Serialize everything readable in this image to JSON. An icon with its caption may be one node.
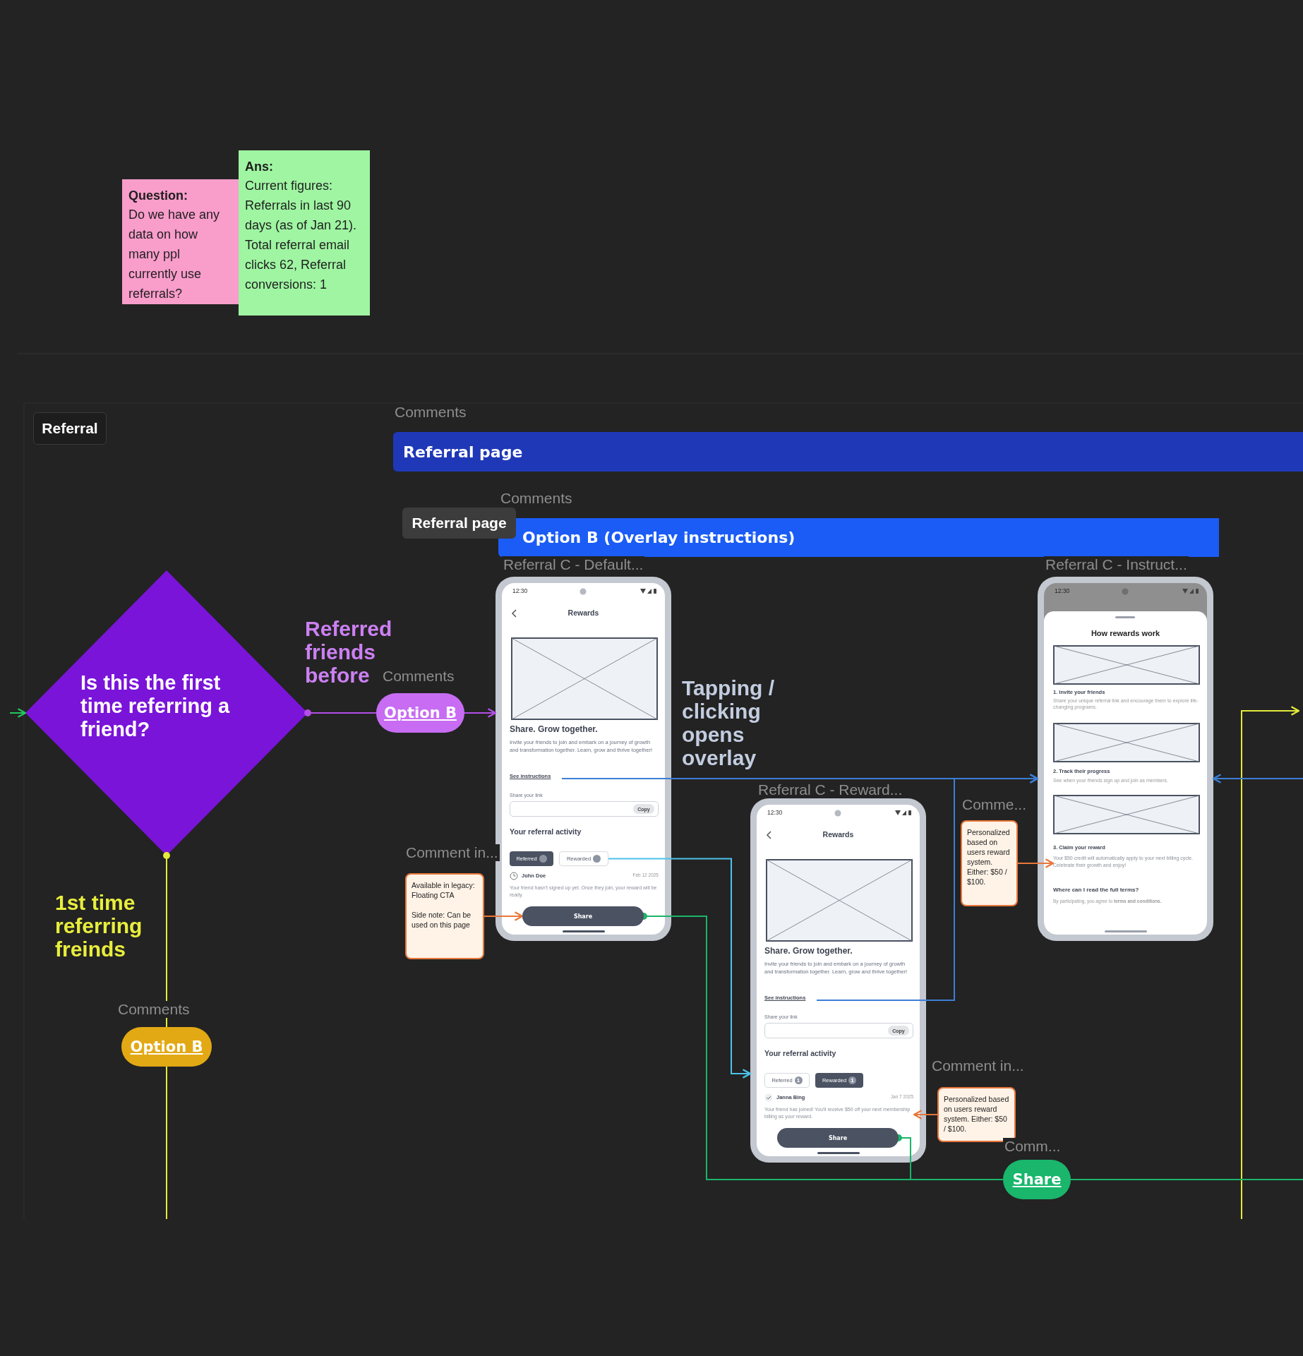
{
  "diagram": {
    "nodes": [
      {
        "text": [
          "Question:",
          "Do we have any data on how many ppl currently use referrals?"
        ]
      },
      {
        "text": [
          "Ans:",
          "Current figures: Referrals in last 90 days (as of Jan 21). Total referral email clicks 62, Referral conversions: 1"
        ]
      },
      {
        "text": [
          "Referral page"
        ],
        "beside": [
          "Comments"
        ]
      },
      {
        "text": [
          "Option B (Overlay instructions)"
        ],
        "beside": [
          "Comments"
        ]
      },
      {
        "text": [
          "Is this the first time referring a friend?"
        ]
      },
      {
        "text": [
          "Option B"
        ],
        "beside": [
          "Comments"
        ]
      },
      {
        "text": [
          "12:30",
          "Rewards",
          "Share. Grow together.",
          "Invite your friends to join and embark on a journey of growth and transformation together. Learn, grow and thrive together!",
          "Share your link",
          "Copy",
          "Your referral activity",
          "John Doe",
          "Feb 12 2025",
          "Your friend hasn't signed up yet. Once they join, your reward will be ready."
        ],
        "beside": [
          "Referral C - Default..."
        ]
      },
      {
        "text": [
          "See instructions"
        ],
        "in": 6
      },
      {
        "text": [
          "Rewarded"
        ],
        "in": 6
      },
      {
        "text": [
          "Share"
        ],
        "in": 6
      },
      {
        "text": [
          "12:30",
          "Rewards",
          "Share. Grow together.",
          "Invite your friends to join and embark on a journey of growth and transformation together. Learn, grow and thrive together!",
          "Share your link",
          "Copy",
          "Your referral activity",
          "Janna Bing",
          "Jan 7 2025"
        ],
        "beside": [
          "Referral C - Reward..."
        ]
      },
      {
        "text": [
          "See instructions"
        ],
        "in": 10
      },
      {
        "text": [
          "Your friend has joined! You'll receive $50 off your next membership billing as your reward."
        ],
        "in": 10
      },
      {
        "text": [
          "Share"
        ],
        "in": 10
      },
      {
        "text": [
          "12:30",
          "How rewards work",
          "1. Invite your friends",
          "Share your unique referral link and encourage them to explore life-changing programs.",
          "2. Track their progress",
          "See when your friends sign up and join as members.",
          "3. Claim your reward",
          "Where can I read the full terms?",
          "By participating, you agree to **terms and conditions.**"
        ],
        "beside": [
          "Referral C - Instruct..."
        ]
      },
      {
        "text": [
          "Your $50 credit will automatically apply to your next billing cycle. Celebrate their growth and enjoy!"
        ],
        "in": 14
      },
      {
        "text": [
          "Available in legacy: Floating CTA",
          "Side note: Can be used on this page"
        ],
        "beside": [
          "Comment in..."
        ]
      },
      {
        "text": [
          "Personalized based on users reward system. Either: $50 / $100."
        ],
        "beside": [
          "Comme..."
        ]
      },
      {
        "text": [
          "Personalized based on users reward system. Either: $50 / $100."
        ],
        "beside": [
          "Comment in..."
        ]
      },
      {
        "text": [
          "Option B"
        ],
        "beside": [
          "Comments"
        ]
      },
      {
        "text": [
          "Share"
        ]
      },
      {
        "text": [
          "Referred"
        ],
        "in": 6
      },
      {
        "text": [
          "Referred",
          "1"
        ],
        "in": 10
      },
      {
        "text": [
          "Rewarded",
          "1"
        ],
        "in": 10
      }
    ],
    "edges": [
      {
        "from": null,
        "to": 4,
        "arrow": "to",
        "color": "#22c55e"
      },
      {
        "from": 4,
        "to": 5,
        "arrow": "other",
        "label": "Referred friends before",
        "color": "#b44ee8"
      },
      {
        "from": 5,
        "to": 6,
        "arrow": "to",
        "color": "#b44ee8"
      },
      {
        "from": 4,
        "to": 19,
        "arrow": "other",
        "label": "1st time referring freinds",
        "color": "#e4ea3a"
      },
      {
        "from": 19,
        "to": null,
        "arrow": "none",
        "color": "#e4ea3a"
      },
      {
        "from": 7,
        "to": 14,
        "arrow": "to",
        "label": "Tapping / clicking opens overlay",
        "color": "#3b7fd6"
      },
      {
        "from": 11,
        "to": 14,
        "arrow": "to",
        "color": "#3b7fd6"
      },
      {
        "from": null,
        "to": 14,
        "arrow": "to",
        "color": "#3b7fd6"
      },
      {
        "from": 8,
        "to": 10,
        "arrow": "to",
        "color": "#4cc3ec"
      },
      {
        "from": 9,
        "to": 20,
        "arrow": "other",
        "color": "#1bb46a"
      },
      {
        "from": 13,
        "to": 20,
        "arrow": "other",
        "color": "#1bb46a"
      },
      {
        "from": 20,
        "to": null,
        "arrow": "none",
        "color": "#1bb46a"
      },
      {
        "from": 16,
        "to": 9,
        "arrow": "to",
        "color": "#e8773a"
      },
      {
        "from": 17,
        "to": 15,
        "arrow": "to",
        "color": "#e8773a"
      },
      {
        "from": 18,
        "to": 12,
        "arrow": "to",
        "color": "#e8773a"
      }
    ],
    "labels": [
      "Referral",
      "Referral page",
      "Comm..."
    ]
  }
}
